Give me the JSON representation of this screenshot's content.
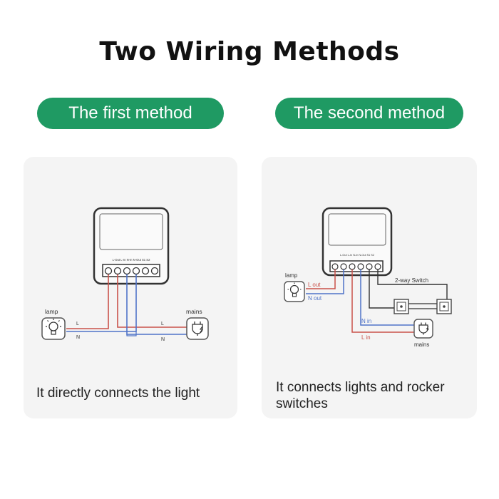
{
  "title": "Two Wiring Methods",
  "first": {
    "pill_label": "The first method",
    "description": "It directly connects the light",
    "lamp_label": "lamp",
    "mains_label": "mains",
    "l_label_left": "L",
    "n_label_left": "N",
    "l_label_right": "L",
    "n_label_right": "N",
    "terminal_labels": "L-Out  L-In   N-In  N-Out   S1    S2"
  },
  "second": {
    "pill_label": "The second method",
    "description": "It connects lights and rocker switches",
    "lamp_label": "lamp",
    "mains_label": "mains",
    "switch_label": "2-way Switch",
    "l_out_label": "L out",
    "n_out_label": "N out",
    "n_in_label": "N in",
    "l_in_label": "L in",
    "terminal_labels": "L-Out  L-In   N-In  N-Out   S1    S2"
  },
  "colors": {
    "brand_green": "#1f9a63",
    "wire_red": "#c9524a",
    "wire_blue": "#4f73c8",
    "wire_black": "#333333"
  },
  "icons": [
    "lamp-icon",
    "plug-icon",
    "rocker-switch-icon"
  ]
}
